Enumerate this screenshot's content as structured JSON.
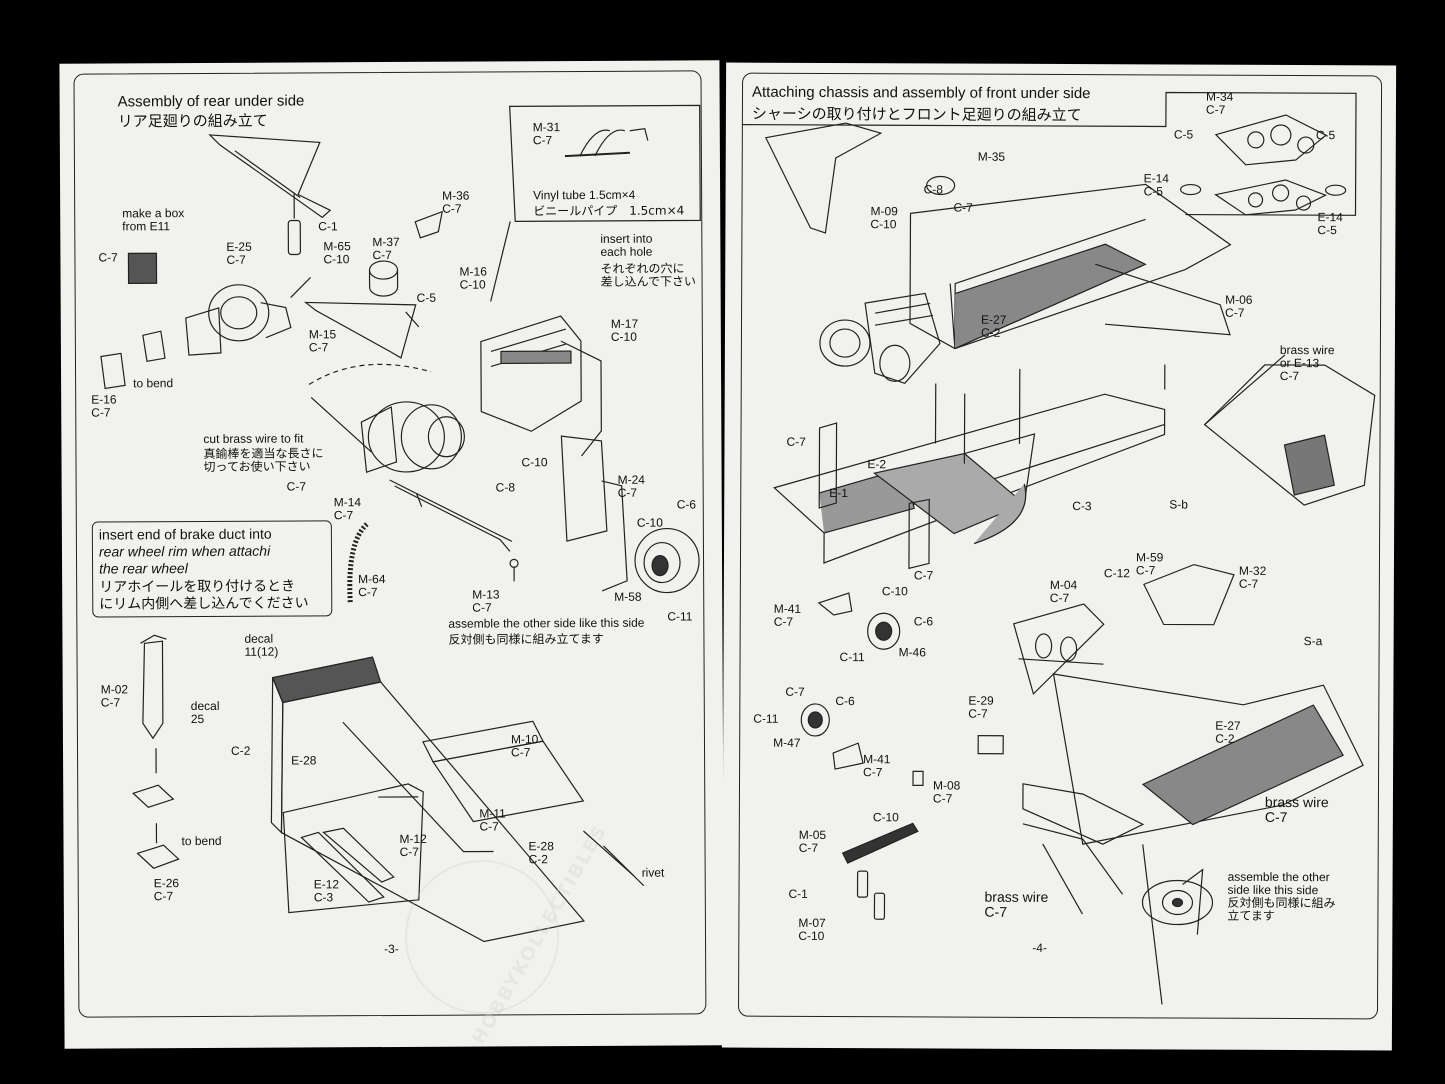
{
  "left_page": {
    "title_en": "Assembly of rear under side",
    "title_jp": "リア足廻りの組み立て",
    "page_number": "-3-",
    "labels": {
      "c1a": "C-1",
      "m65": "M-65\nC-10",
      "m36": "M-36\nC-7",
      "m31": "M-31\nC-7",
      "vinyl_en": "Vinyl tube 1.5cm×4",
      "vinyl_jp": "ビニールパイプ　1.5cm×4",
      "makebox": "make a box\nfrom E11",
      "c7a": "C-7",
      "e25": "E-25\nC-7",
      "m37": "M-37\nC-7",
      "c5": "C-5",
      "insert_en": "insert into\neach hole",
      "insert_jp": "それぞれの穴に\n差し込んで下さい",
      "m16": "M-16\nC-10",
      "m17": "M-17\nC-10",
      "m15": "M-15\nC-7",
      "tobend": "to bend",
      "e16": "E-16\nC-7",
      "cutbrass_en": "cut brass wire to fit",
      "cutbrass_jp": "真鍮棒を適当な長さに\n切ってお使い下さい",
      "c7b": "C-7",
      "c10a": "C-10",
      "c8": "C-8",
      "m24": "M-24\nC-7",
      "m14": "M-14\nC-7",
      "c6": "C-6",
      "c10b": "C-10",
      "m64": "M-64\nC-7",
      "m13": "M-13\nC-7",
      "m58": "M-58",
      "c11": "C-11",
      "assemble_en": "assemble the other side like this side",
      "assemble_jp": "反対側も同様に組み立てます",
      "decal11": "decal\n11(12)",
      "m02": "M-02\nC-7",
      "decal25": "decal\n25",
      "c2": "C-2",
      "e28a": "E-28",
      "m10": "M-10\nC-7",
      "m11": "M-11\nC-7",
      "tobend2": "to bend",
      "m12": "M-12\nC-7",
      "e28b": "E-28\nC-2",
      "rivet": "rivet",
      "e12": "E-12\nC-3",
      "e26": "E-26\nC-7"
    },
    "brake_note": {
      "line1": "insert end of brake duct into",
      "line2": "rear wheel rim when attachi",
      "line3": "the rear wheel",
      "line4": "リアホイールを取り付けるとき",
      "line5": "にリム内側へ差し込んでください"
    }
  },
  "right_page": {
    "title_en": "Attaching chassis and assembly of front under side",
    "title_jp": "シャーシの取り付けとフロント足廻りの組み立て",
    "page_number": "-4-",
    "labels": {
      "m34": "M-34\nC-7",
      "c5a": "C-5",
      "c5b": "C-5",
      "e14a": "E-14\nC-5",
      "e14b": "E-14\nC-5",
      "m35": "M-35",
      "c8": "C-8",
      "c7a": "C-7",
      "m09": "M-09\nC-10",
      "m06": "M-06\nC-7",
      "e27a": "E-27\nC-2",
      "brass1": "brass wire\nor E-13\nC-7",
      "c7b": "C-7",
      "e2": "E-2",
      "e1": "E-1",
      "c3": "C-3",
      "sb": "S-b",
      "c7c": "C-7",
      "m59": "M-59\nC-7",
      "m04": "M-04\nC-7",
      "c12": "C-12",
      "m32": "M-32\nC-7",
      "m41a": "M-41\nC-7",
      "c10a": "C-10",
      "c6a": "C-6",
      "c11a": "C-11",
      "m46": "M-46",
      "sa": "S-a",
      "c7d": "C-7",
      "c6b": "C-6",
      "c11b": "C-11",
      "m47": "M-47",
      "e29": "E-29\nC-7",
      "e27b": "E-27\nC-2",
      "m41b": "M-41\nC-7",
      "m08": "M-08\nC-7",
      "c10b": "C-10",
      "brass2": "brass wire\nC-7",
      "m05": "M-05\nC-7",
      "assemble": "assemble the other\nside like this side\n反対側も同様に組み\n立てます",
      "c1": "C-1",
      "m07": "M-07\nC-10",
      "brass3": "brass wire\nC-7"
    }
  },
  "watermark_text": "HOBBYKOLLECTIBLES"
}
